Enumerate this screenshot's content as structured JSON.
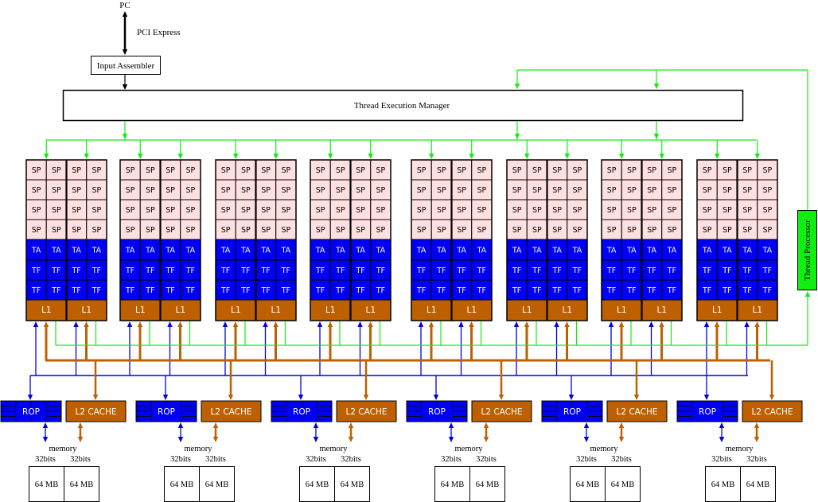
{
  "host": {
    "label": "PC",
    "link_label": "PCI Express"
  },
  "input_assembler": {
    "label": "Input Assembler"
  },
  "thread_execution_manager": {
    "label": "Thread Execution Manager"
  },
  "thread_processor": {
    "label": "Thread Processor"
  },
  "clusters": {
    "count": 8,
    "halves_per_cluster": 2,
    "columns_per_half": 2,
    "rows": [
      {
        "type": "sp",
        "label": "SP",
        "count": 4
      },
      {
        "type": "ta",
        "label": "TA",
        "count": 1
      },
      {
        "type": "tf",
        "label": "TF",
        "count": 2
      }
    ],
    "l1_label": "L1"
  },
  "memory_partitions": {
    "count": 6,
    "rop_label": "ROP",
    "l2_label": "L2 CACHE",
    "memory_label": "memory",
    "channel_width_labels": [
      "32bits",
      "32bits"
    ],
    "dram_labels": [
      "64 MB",
      "64 MB"
    ]
  },
  "colors": {
    "sp_fill": "#ffe0e0",
    "texture_fill": "#0000f5",
    "cache_fill": "#bf6000",
    "control_bus": "#11ee11",
    "thread_processor_fill": "#11ee11",
    "rop_bus": "#0000e6",
    "cache_bus": "#bf6000",
    "outline": "#000000"
  }
}
